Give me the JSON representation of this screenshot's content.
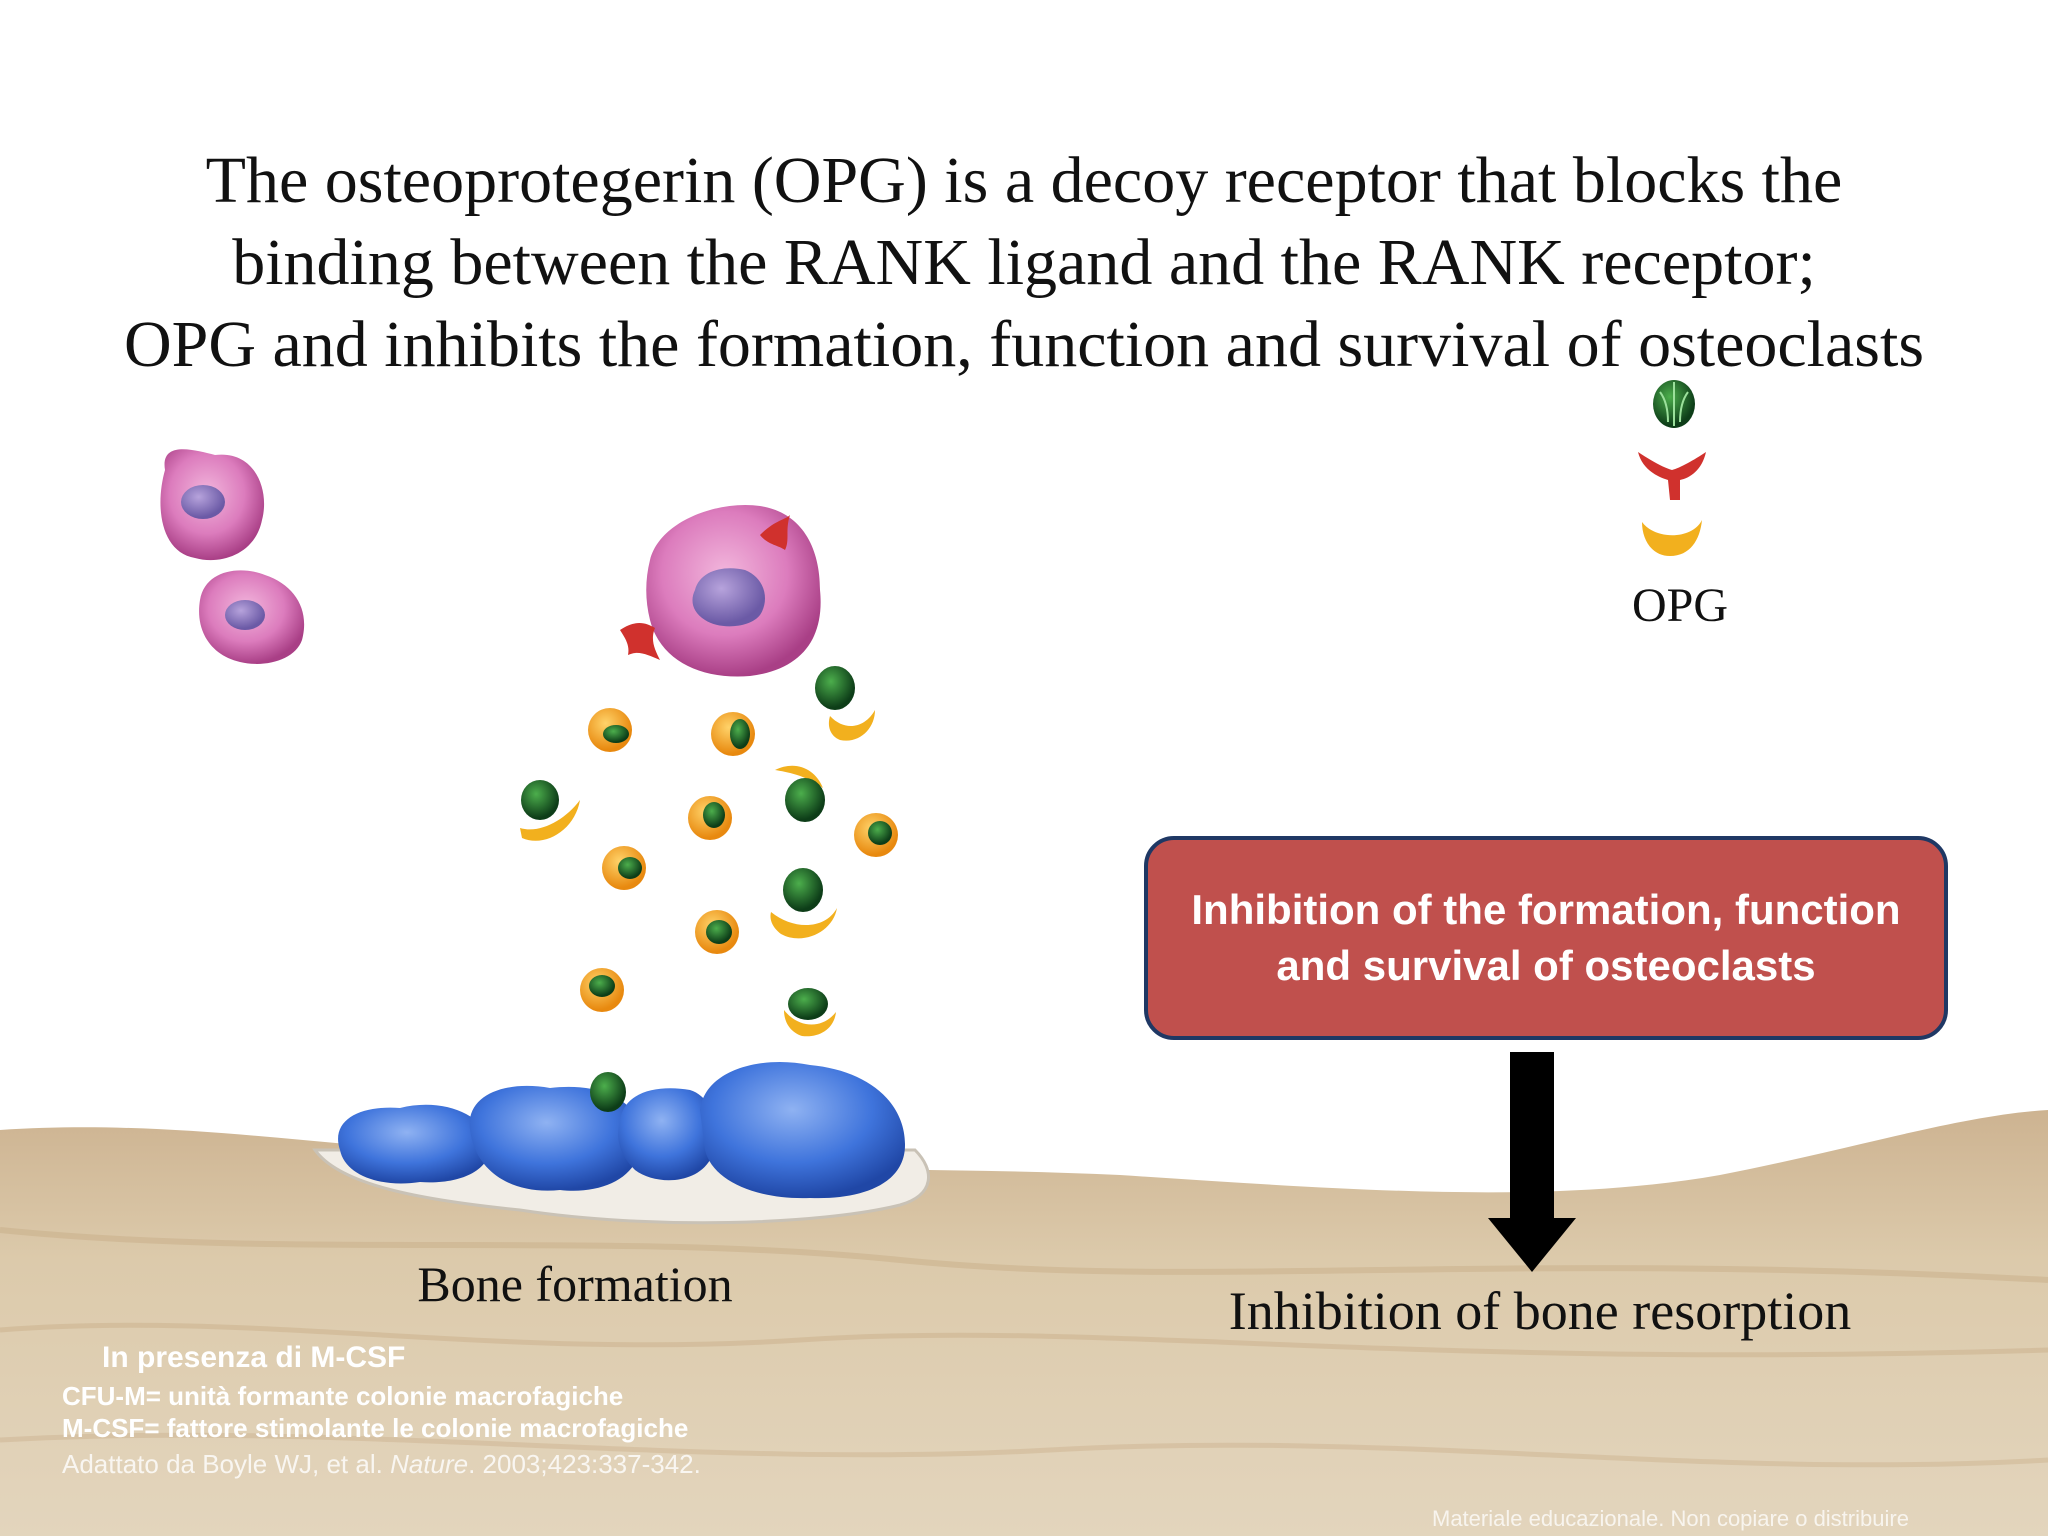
{
  "title": {
    "line1": "The osteoprotegerin (OPG) is a decoy receptor that blocks the",
    "line2": "binding between the RANK ligand and the RANK receptor;",
    "line3": "OPG and inhibits the formation, function and survival of osteoclasts"
  },
  "legend": {
    "opg_label": "OPG"
  },
  "inhibition_box": {
    "line1": "Inhibition of the formation, function",
    "line2": "and survival of osteoclasts"
  },
  "labels": {
    "bone_formation": "Bone formation",
    "inhibition_resorption": "Inhibition of bone resorption"
  },
  "notes": {
    "mcsf_header": "In presenza di M-CSF",
    "cfum_def": "CFU-M= unità formante colonie macrofagiche",
    "mcsf_def": "M-CSF= fattore stimolante le colonie macrofagiche",
    "citation_prefix": "Adattato da Boyle WJ, et al. ",
    "citation_journal": "Nature",
    "citation_suffix": ". 2003;423:337-342."
  },
  "watermark": "Materiale educazionale. Non copiare o distribuire",
  "colors": {
    "box_fill": "#c0504d",
    "box_border": "#1f3864",
    "bone": "#d8c4a3",
    "cell_pink": "#d773b4",
    "osteoblast_blue": "#3a6fd8",
    "rankl_green": "#1f6b2e",
    "opg_yellow": "#f2b01e",
    "rank_red": "#d0312d"
  }
}
